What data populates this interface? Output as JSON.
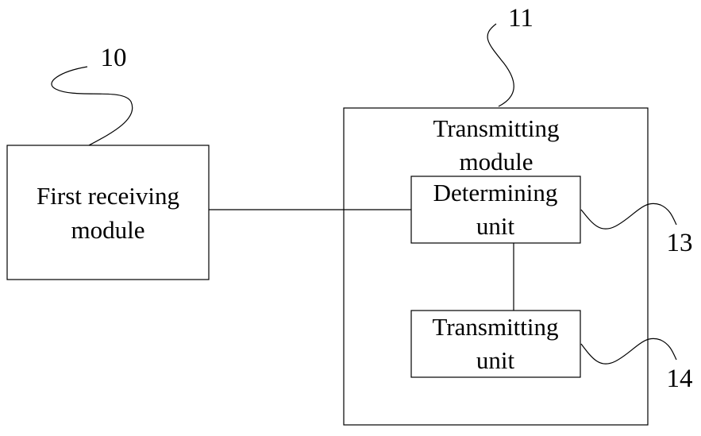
{
  "first_receiving_module": {
    "label_line1": "First receiving",
    "label_line2": "module",
    "ref": "10"
  },
  "transmitting_module": {
    "label_line1": "Transmitting",
    "label_line2": "module",
    "ref": "11"
  },
  "determining_unit": {
    "label_line1": "Determining",
    "label_line2": "unit",
    "ref": "13"
  },
  "transmitting_unit": {
    "label_line1": "Transmitting",
    "label_line2": "unit",
    "ref": "14"
  }
}
